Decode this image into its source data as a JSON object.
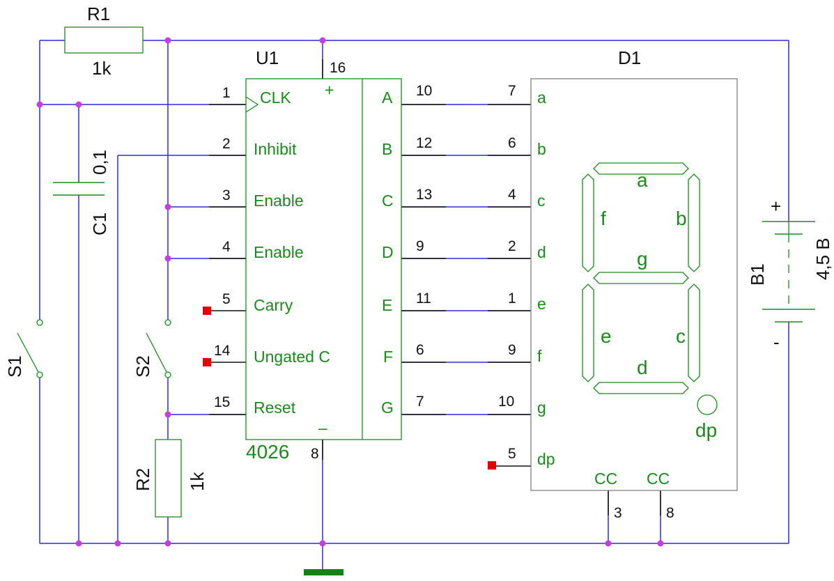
{
  "r1": {
    "ref": "R1",
    "value": "1k"
  },
  "r2": {
    "ref": "R2",
    "value": "1k"
  },
  "c1": {
    "ref": "C1",
    "value": "0,1"
  },
  "s1": {
    "ref": "S1"
  },
  "s2": {
    "ref": "S2"
  },
  "b1": {
    "ref": "B1",
    "value": "4,5 B",
    "plus": "+",
    "minus": "-"
  },
  "u1": {
    "ref": "U1",
    "part": "4026",
    "vcc_pin": "16",
    "gnd_pin": "8",
    "vcc_sign": "+",
    "gnd_sign": "–",
    "left_pins": [
      {
        "num": "1",
        "name": "CLK"
      },
      {
        "num": "2",
        "name": "Inhibit"
      },
      {
        "num": "3",
        "name": "Enable"
      },
      {
        "num": "4",
        "name": "Enable"
      },
      {
        "num": "5",
        "name": "Carry"
      },
      {
        "num": "14",
        "name": "Ungated C"
      },
      {
        "num": "15",
        "name": "Reset"
      }
    ],
    "right_pins": [
      {
        "num": "10",
        "name": "A"
      },
      {
        "num": "12",
        "name": "B"
      },
      {
        "num": "13",
        "name": "C"
      },
      {
        "num": "9",
        "name": "D"
      },
      {
        "num": "11",
        "name": "E"
      },
      {
        "num": "6",
        "name": "F"
      },
      {
        "num": "7",
        "name": "G"
      }
    ]
  },
  "d1": {
    "ref": "D1",
    "left_pins": [
      {
        "num": "7",
        "name": "a"
      },
      {
        "num": "6",
        "name": "b"
      },
      {
        "num": "4",
        "name": "c"
      },
      {
        "num": "2",
        "name": "d"
      },
      {
        "num": "1",
        "name": "e"
      },
      {
        "num": "9",
        "name": "f"
      },
      {
        "num": "10",
        "name": "g"
      },
      {
        "num": "5",
        "name": "dp"
      }
    ],
    "cc_pins": [
      {
        "num": "3",
        "name": "CC"
      },
      {
        "num": "8",
        "name": "CC"
      }
    ],
    "segments": {
      "a": "a",
      "b": "b",
      "c": "c",
      "d": "d",
      "e": "e",
      "f": "f",
      "g": "g",
      "dp": "dp"
    }
  },
  "colors": {
    "wire": "#2b2bd6",
    "body": "#1a8a1a",
    "junction": "#c43ee0",
    "no_connect": "#e60000",
    "ground": "#158015"
  }
}
